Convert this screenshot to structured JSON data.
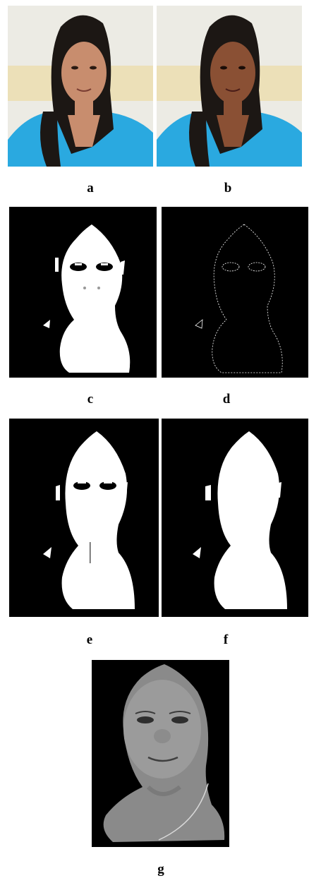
{
  "figure": {
    "panels": [
      {
        "id": "a",
        "caption": "a",
        "kind": "color-photo"
      },
      {
        "id": "b",
        "caption": "b",
        "kind": "color-photo-darkened"
      },
      {
        "id": "c",
        "caption": "c",
        "kind": "binary-skin-mask"
      },
      {
        "id": "d",
        "caption": "d",
        "kind": "edge-outline"
      },
      {
        "id": "e",
        "caption": "e",
        "kind": "binary-skin-mask"
      },
      {
        "id": "f",
        "caption": "f",
        "kind": "filled-mask"
      },
      {
        "id": "g",
        "caption": "g",
        "kind": "grayscale-segmented-face"
      }
    ]
  },
  "colors": {
    "mask_bg": "#000000",
    "mask_fg": "#ffffff",
    "wall": "#ecebe4",
    "dress": "#2aa9e0",
    "skin_a": "#c88d6e",
    "skin_b": "#8a5034",
    "hair": "#1c1714"
  }
}
